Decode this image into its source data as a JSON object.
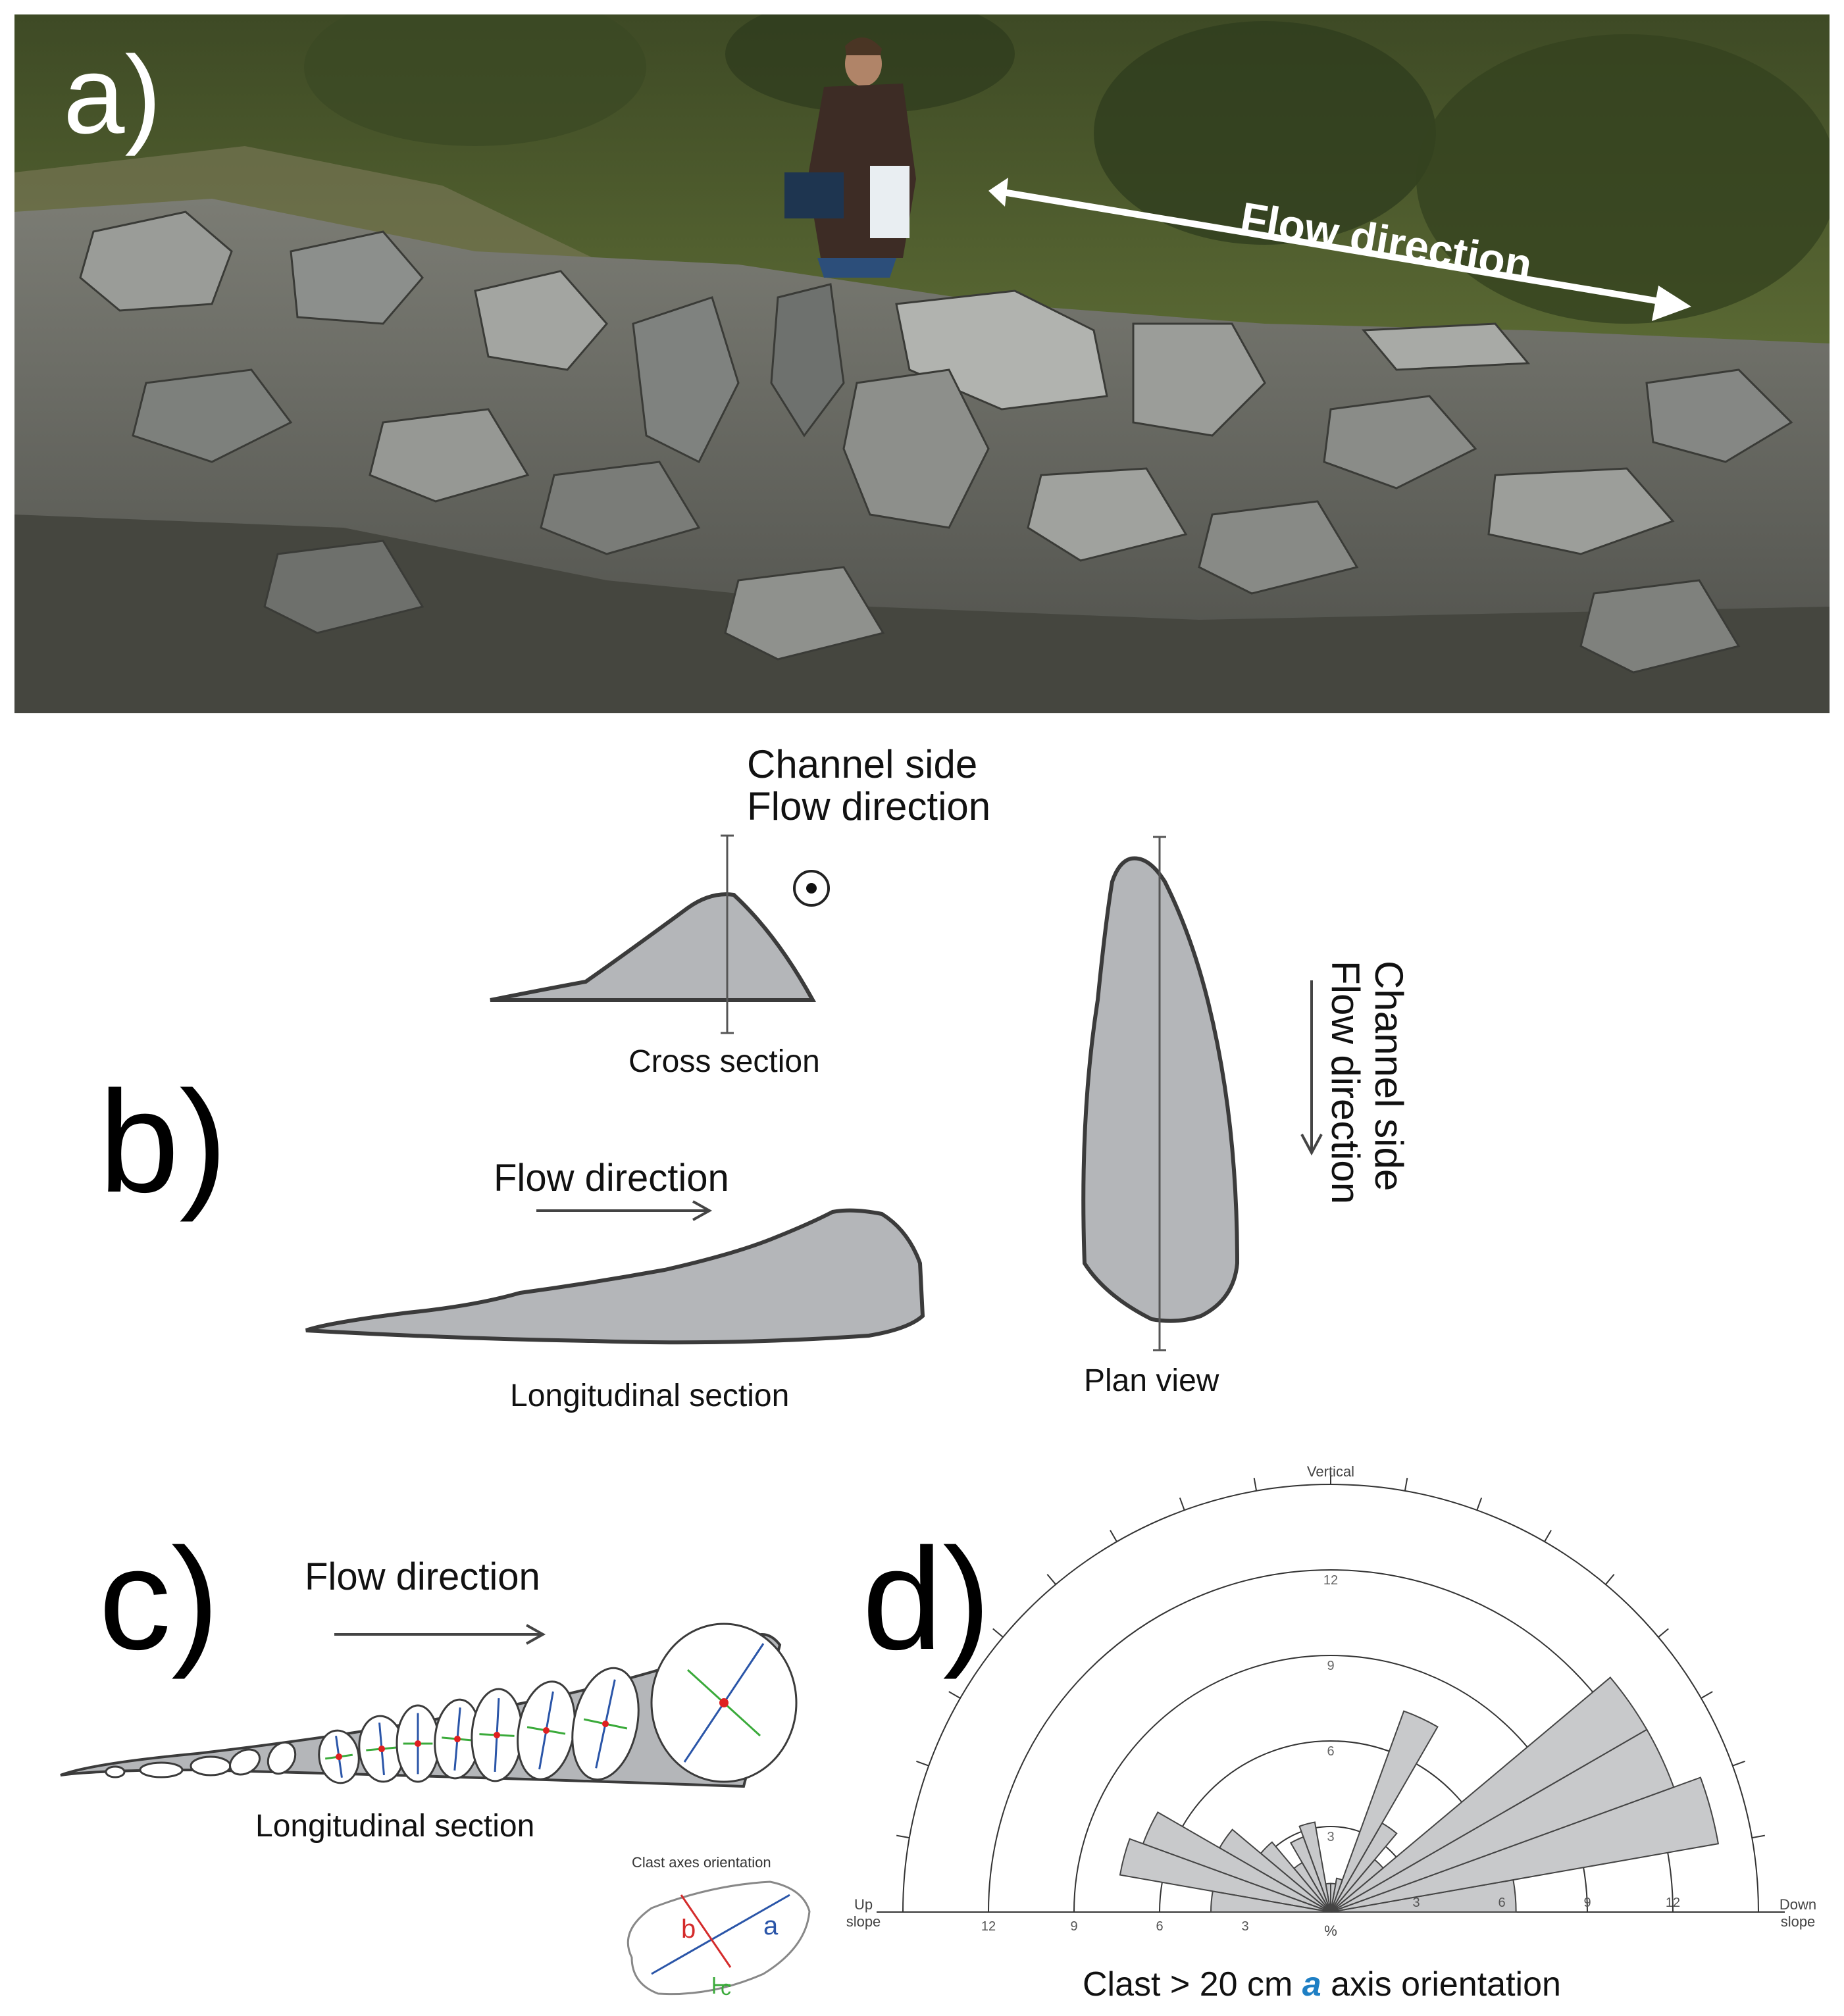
{
  "panel_a": {
    "label": "a)",
    "arrow_text": "Flow direction"
  },
  "panel_b": {
    "label": "b)",
    "cross_title_1": "Channel side",
    "cross_title_2": "Flow direction",
    "cross_caption": "Cross section",
    "long_flow_text": "Flow direction",
    "long_caption": "Longitudinal section",
    "plan_side_1": "Channel side",
    "plan_side_2": "Flow direction",
    "plan_caption": "Plan view"
  },
  "panel_c": {
    "label": "c)",
    "flow_text": "Flow direction",
    "caption": "Longitudinal section",
    "inset_title": "Clast axes orientation",
    "axis_a": "a",
    "axis_b": "b",
    "axis_c": "c",
    "colors": {
      "a_axis": "#2a55a8",
      "b_axis": "#d42b2b",
      "c_axis": "#3aaa3a",
      "center": "#e02020"
    }
  },
  "panel_d": {
    "label": "d)",
    "caption_pre": "Clast > 20 cm ",
    "caption_axis": "a",
    "caption_post": " axis orientation",
    "top_label": "Vertical",
    "left_label_1": "Up",
    "left_label_2": "slope",
    "right_label_1": "Down",
    "right_label_2": "slope",
    "unit_label": "%",
    "accent_color": "#1e7fc4"
  },
  "chart_data": {
    "type": "rose",
    "title": "Clast > 20 cm a axis orientation",
    "radial_ticks": [
      3,
      6,
      9,
      12
    ],
    "radial_max": 15,
    "angle_range_deg": [
      0,
      180
    ],
    "sectors": [
      {
        "from": 0,
        "to": 10,
        "value": 6.5
      },
      {
        "from": 10,
        "to": 20,
        "value": 13.8
      },
      {
        "from": 20,
        "to": 30,
        "value": 12.8
      },
      {
        "from": 30,
        "to": 40,
        "value": 12.8
      },
      {
        "from": 40,
        "to": 50,
        "value": 2.4
      },
      {
        "from": 50,
        "to": 60,
        "value": 3.6
      },
      {
        "from": 60,
        "to": 70,
        "value": 7.5
      },
      {
        "from": 70,
        "to": 80,
        "value": 1.2
      },
      {
        "from": 80,
        "to": 90,
        "value": 1.0
      },
      {
        "from": 90,
        "to": 100,
        "value": 1.0
      },
      {
        "from": 100,
        "to": 110,
        "value": 3.2
      },
      {
        "from": 110,
        "to": 120,
        "value": 2.8
      },
      {
        "from": 120,
        "to": 130,
        "value": 2.0
      },
      {
        "from": 130,
        "to": 140,
        "value": 3.2
      },
      {
        "from": 140,
        "to": 150,
        "value": 4.5
      },
      {
        "from": 150,
        "to": 160,
        "value": 7.0
      },
      {
        "from": 160,
        "to": 170,
        "value": 7.5
      },
      {
        "from": 170,
        "to": 180,
        "value": 4.2
      }
    ]
  }
}
